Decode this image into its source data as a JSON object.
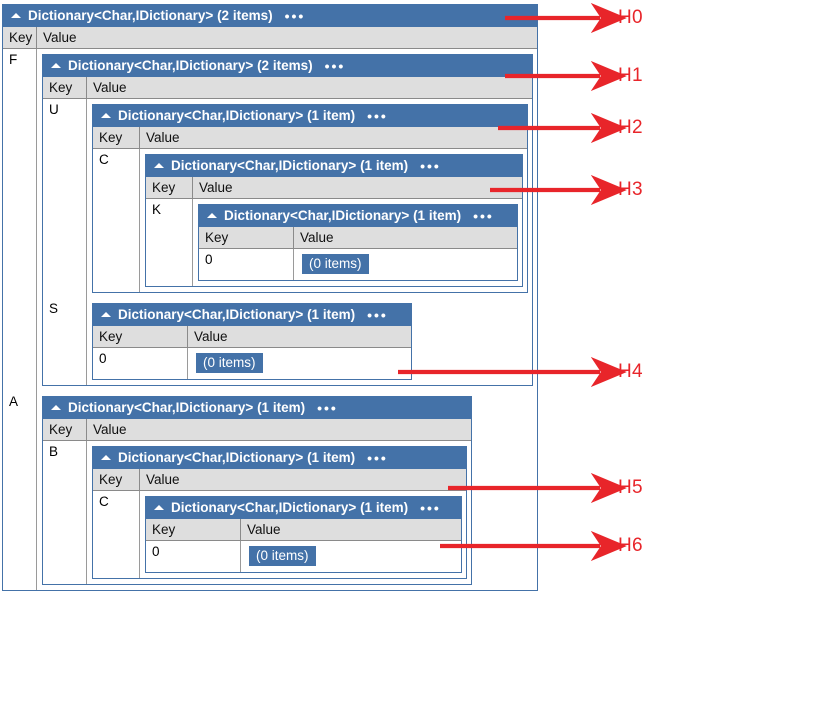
{
  "labels": {
    "key_header": "Key",
    "value_header": "Value",
    "caret_icon": "triangle-up-icon",
    "ellipsis_icon": "ellipsis-icon",
    "empty_badge": "(0 items)"
  },
  "titles": {
    "two_items": "Dictionary<Char,IDictionary> (2 items)",
    "one_item": "Dictionary<Char,IDictionary> (1 item)"
  },
  "keys": {
    "F": "F",
    "U": "U",
    "C": "C",
    "K": "K",
    "S": "S",
    "A": "A",
    "B": "B",
    "C2": "C",
    "zero": "0"
  },
  "annotations": [
    {
      "id": "H0",
      "label": "H0"
    },
    {
      "id": "H1",
      "label": "H1"
    },
    {
      "id": "H2",
      "label": "H2"
    },
    {
      "id": "H3",
      "label": "H3"
    },
    {
      "id": "H4",
      "label": "H4"
    },
    {
      "id": "H5",
      "label": "H5"
    },
    {
      "id": "H6",
      "label": "H6"
    }
  ],
  "colors": {
    "header_blue": "#4472a8",
    "kv_header_gray": "#dedede",
    "annotation_red": "#e8252a",
    "panel_border": "#4472a8"
  }
}
